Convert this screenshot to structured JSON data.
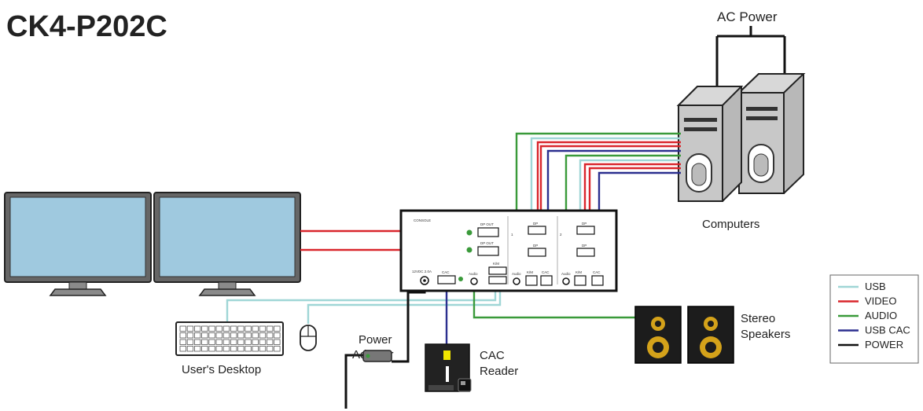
{
  "title": "CK4-P202C",
  "labels": {
    "ac_power": "AC Power",
    "computers": "Computers",
    "users_desktop": "User's Desktop",
    "power_adapter_line1": "Power",
    "power_adapter_line2": "Adapter",
    "cac_reader_line1": "CAC",
    "cac_reader_line2": "Reader",
    "speakers_line1": "Stereo",
    "speakers_line2": "Speakers"
  },
  "device": {
    "console": "CONSOLE",
    "dp_out_1": "DP OUT",
    "dp_out_2": "DP OUT",
    "power_in": "12VDC 2.0A",
    "cac": "CAC",
    "audio": "Audio",
    "km": "K/M",
    "port1_dp_a": "DP",
    "port1_dp_b": "DP",
    "port2_dp_a": "DP",
    "port2_dp_b": "DP",
    "port1_audio": "Audio",
    "port1_km": "K/M",
    "port1_cac": "CAC",
    "port2_audio": "Audio",
    "port2_km": "K/M",
    "port2_cac": "CAC",
    "port1_num": "1",
    "port2_num": "2"
  },
  "legend": [
    {
      "label": "USB",
      "color": "#9fd6d6"
    },
    {
      "label": "VIDEO",
      "color": "#d9262c"
    },
    {
      "label": "AUDIO",
      "color": "#3a9a3a"
    },
    {
      "label": "USB CAC",
      "color": "#2b2f8f"
    },
    {
      "label": "POWER",
      "color": "#111111"
    }
  ],
  "colors": {
    "usb": "#9fd6d6",
    "video": "#d9262c",
    "audio": "#3a9a3a",
    "usb_cac": "#2b2f8f",
    "power": "#111111",
    "monitor_screen": "#9fc9df",
    "monitor_frame": "#606060",
    "computer_body": "#c8c8c8",
    "speaker_accent": "#d4a21a"
  }
}
